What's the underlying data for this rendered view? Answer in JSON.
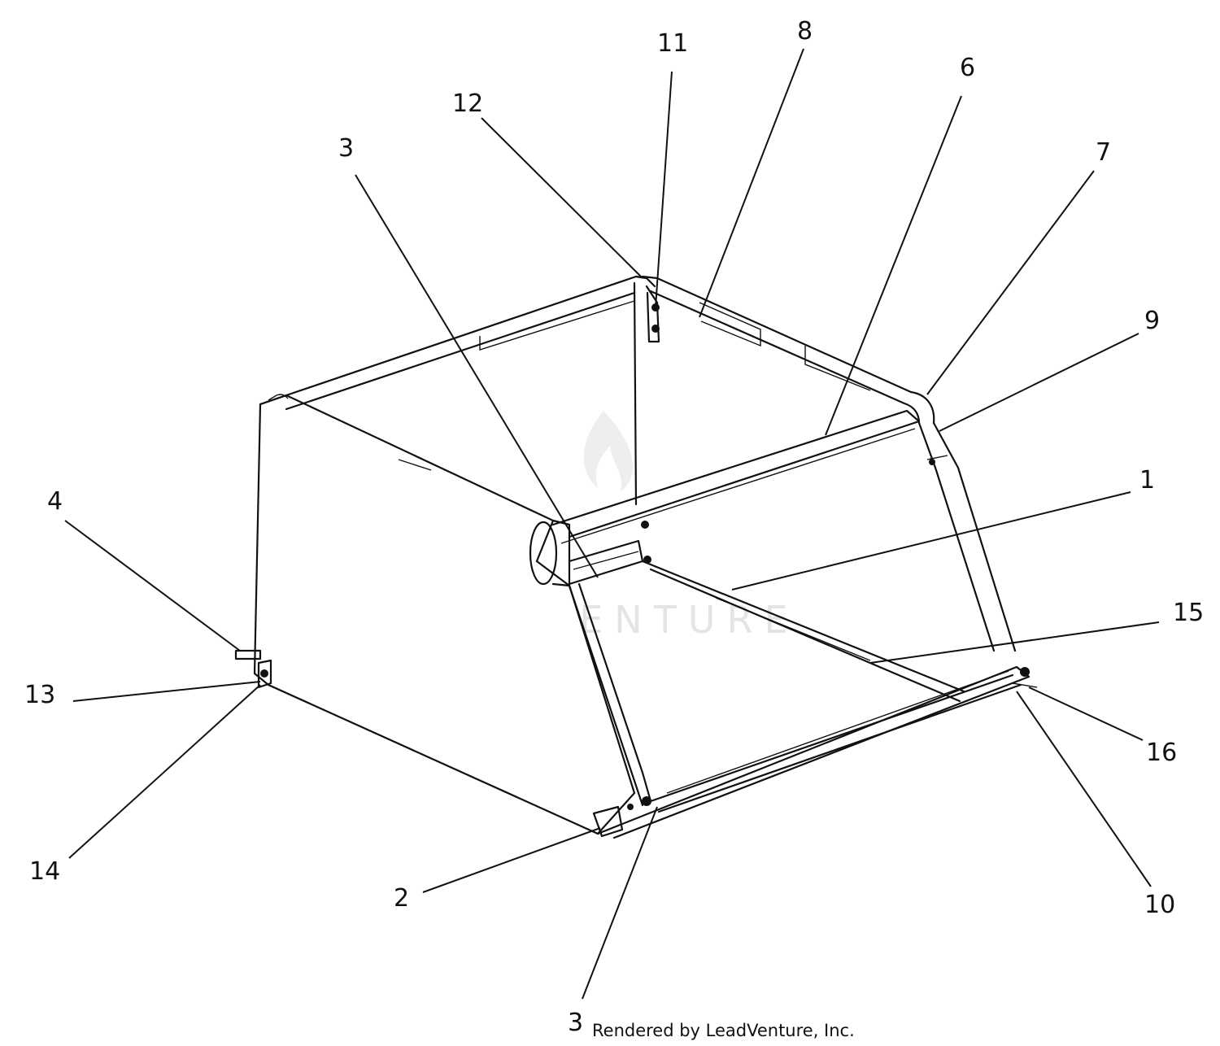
{
  "callouts": [
    "11",
    "8",
    "6",
    "12",
    "3",
    "7",
    "9",
    "1",
    "4",
    "15",
    "13",
    "16",
    "14",
    "2",
    "10",
    "3"
  ],
  "credit": "Rendered by LeadVenture, Inc.",
  "watermark": "LEADVENTURE"
}
